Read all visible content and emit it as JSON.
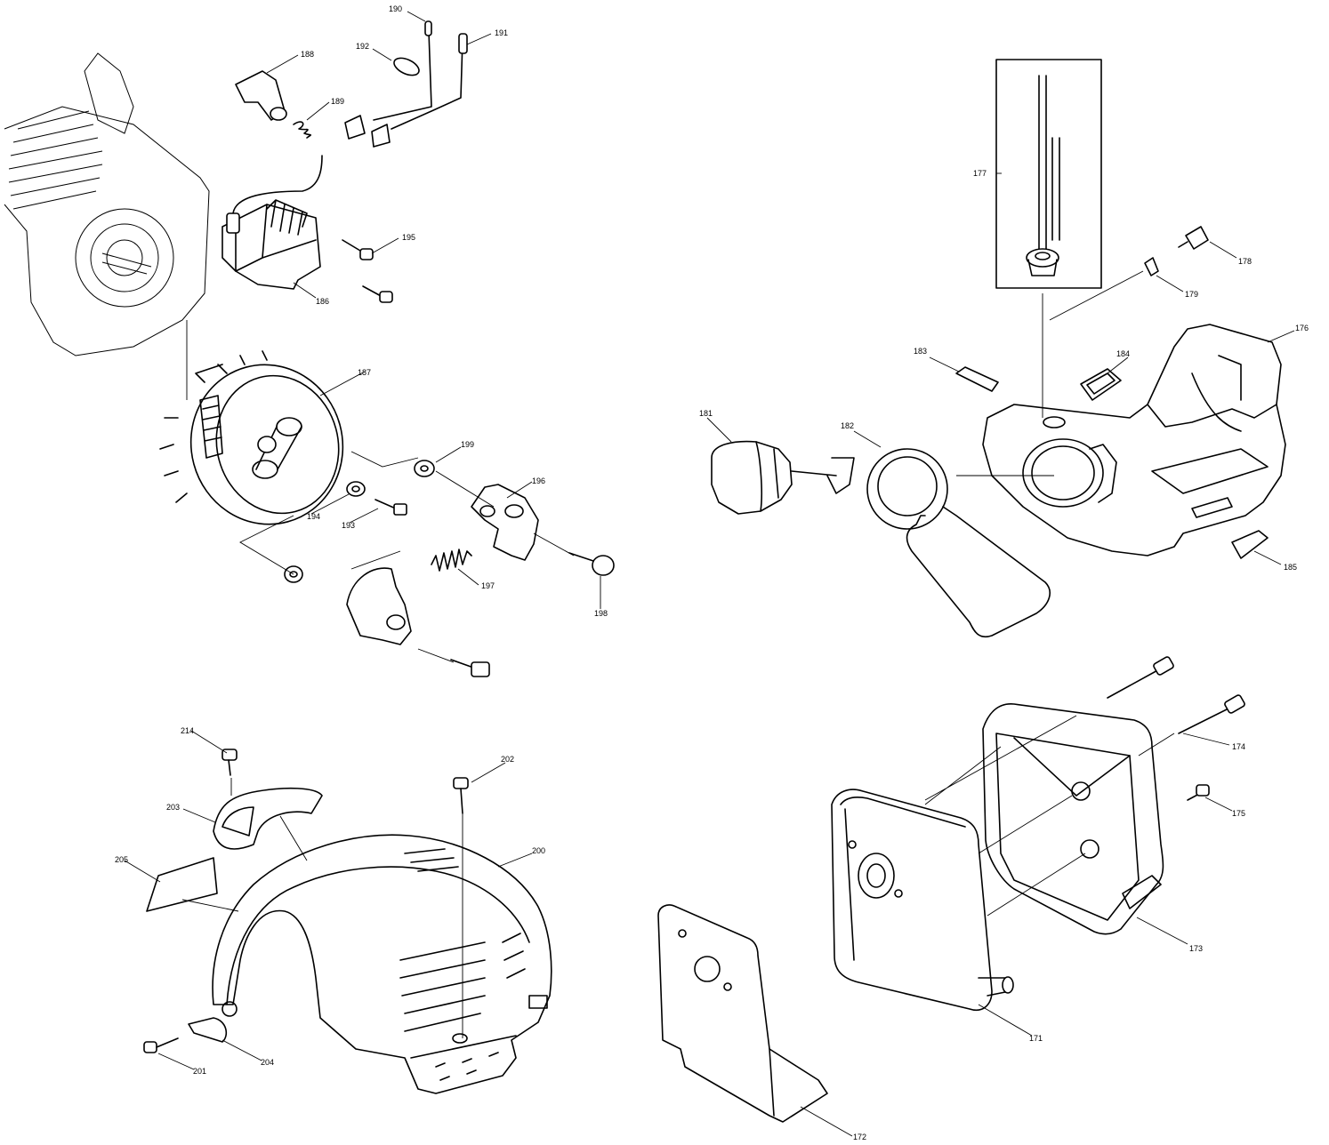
{
  "diagram": {
    "labels": {
      "p171": "171",
      "p172": "172",
      "p173": "173",
      "p174": "174",
      "p175": "175",
      "p176": "176",
      "p177": "177",
      "p178": "178",
      "p179": "179",
      "p181": "181",
      "p182": "182",
      "p183": "183",
      "p184": "184",
      "p185": "185",
      "p186": "186",
      "p187": "187",
      "p188": "188",
      "p189": "189",
      "p190": "190",
      "p191": "191",
      "p192": "192",
      "p193": "193",
      "p194": "194",
      "p195": "195",
      "p196": "196",
      "p197": "197",
      "p198": "198",
      "p199": "199",
      "p200": "200",
      "p201": "201",
      "p202": "202",
      "p203": "203",
      "p204": "204",
      "p205": "205",
      "p214": "214"
    }
  }
}
